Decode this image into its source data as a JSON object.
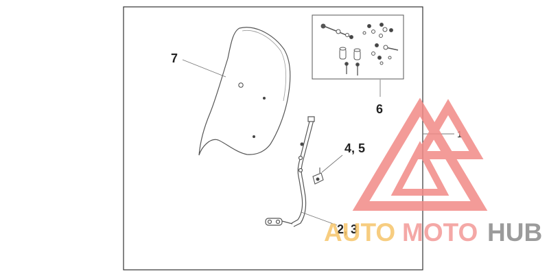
{
  "callouts": {
    "c1": "1",
    "c23": "2, 3",
    "c45": "4, 5",
    "c6": "6",
    "c7": "7"
  },
  "watermark": {
    "part_a": "AUTO",
    "part_b": "MOTO",
    "part_c": "HUB",
    "colors": {
      "auto": "#f6c56a",
      "moto": "#f39a97",
      "hub": "#8a8a8a",
      "triangle": "#f28a87"
    }
  }
}
